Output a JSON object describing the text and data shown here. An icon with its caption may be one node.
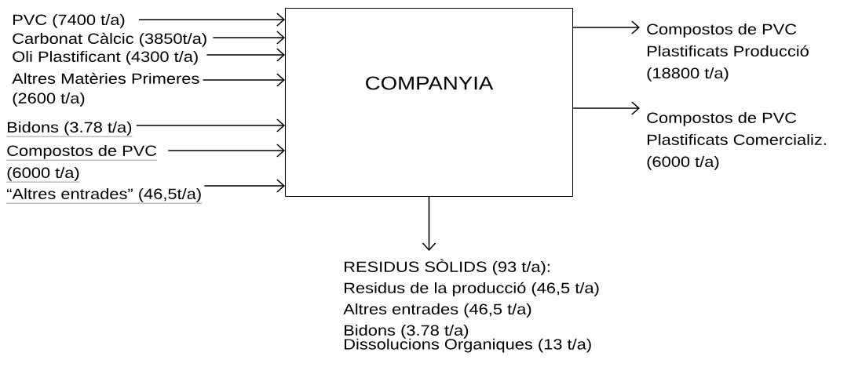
{
  "diagram": {
    "nodes": [
      {
        "text": [
          "COMPANYIA"
        ]
      },
      {
        "text": [
          "PVC (7400 t/a)"
        ]
      },
      {
        "text": [
          "Carbonat Càlcic (3850t/a)"
        ]
      },
      {
        "text": [
          "Oli Plastificant (4300 t/a)"
        ]
      },
      {
        "text": [
          "Altres Matèries Primeres (2600 t/a)"
        ]
      },
      {
        "text": [
          "Bidons (3.78 t/a)"
        ]
      },
      {
        "text": [
          "Compostos de PVC (6000 t/a)"
        ]
      },
      {
        "text": [
          "“Altres entrades” (46,5t/a)"
        ]
      },
      {
        "text": [
          "Compostos de PVC Plastificats Producció (18800 t/a)"
        ]
      },
      {
        "text": [
          "Compostos de PVC Plastificats Comercializ. (6000 t/a)"
        ]
      },
      {
        "text": [
          "RESIDUS SÒLIDS (93 t/a):",
          "Residus de la producció (46,5 t/a)",
          "Altres entrades (46,5 t/a)",
          "Bidons (3.78 t/a)",
          "Dissolucions Organiques (13 t/a)"
        ]
      }
    ],
    "edges": [
      {
        "from": 1,
        "to": 0,
        "arrow": "to"
      },
      {
        "from": 2,
        "to": 0,
        "arrow": "to"
      },
      {
        "from": 3,
        "to": 0,
        "arrow": "to"
      },
      {
        "from": 4,
        "to": 0,
        "arrow": "to"
      },
      {
        "from": 5,
        "to": 0,
        "arrow": "to"
      },
      {
        "from": 6,
        "to": 0,
        "arrow": "to"
      },
      {
        "from": 7,
        "to": 0,
        "arrow": "to"
      },
      {
        "from": 0,
        "to": 8,
        "arrow": "to"
      },
      {
        "from": 0,
        "to": 9,
        "arrow": "to"
      },
      {
        "from": 0,
        "to": 10,
        "arrow": "to"
      }
    ]
  }
}
